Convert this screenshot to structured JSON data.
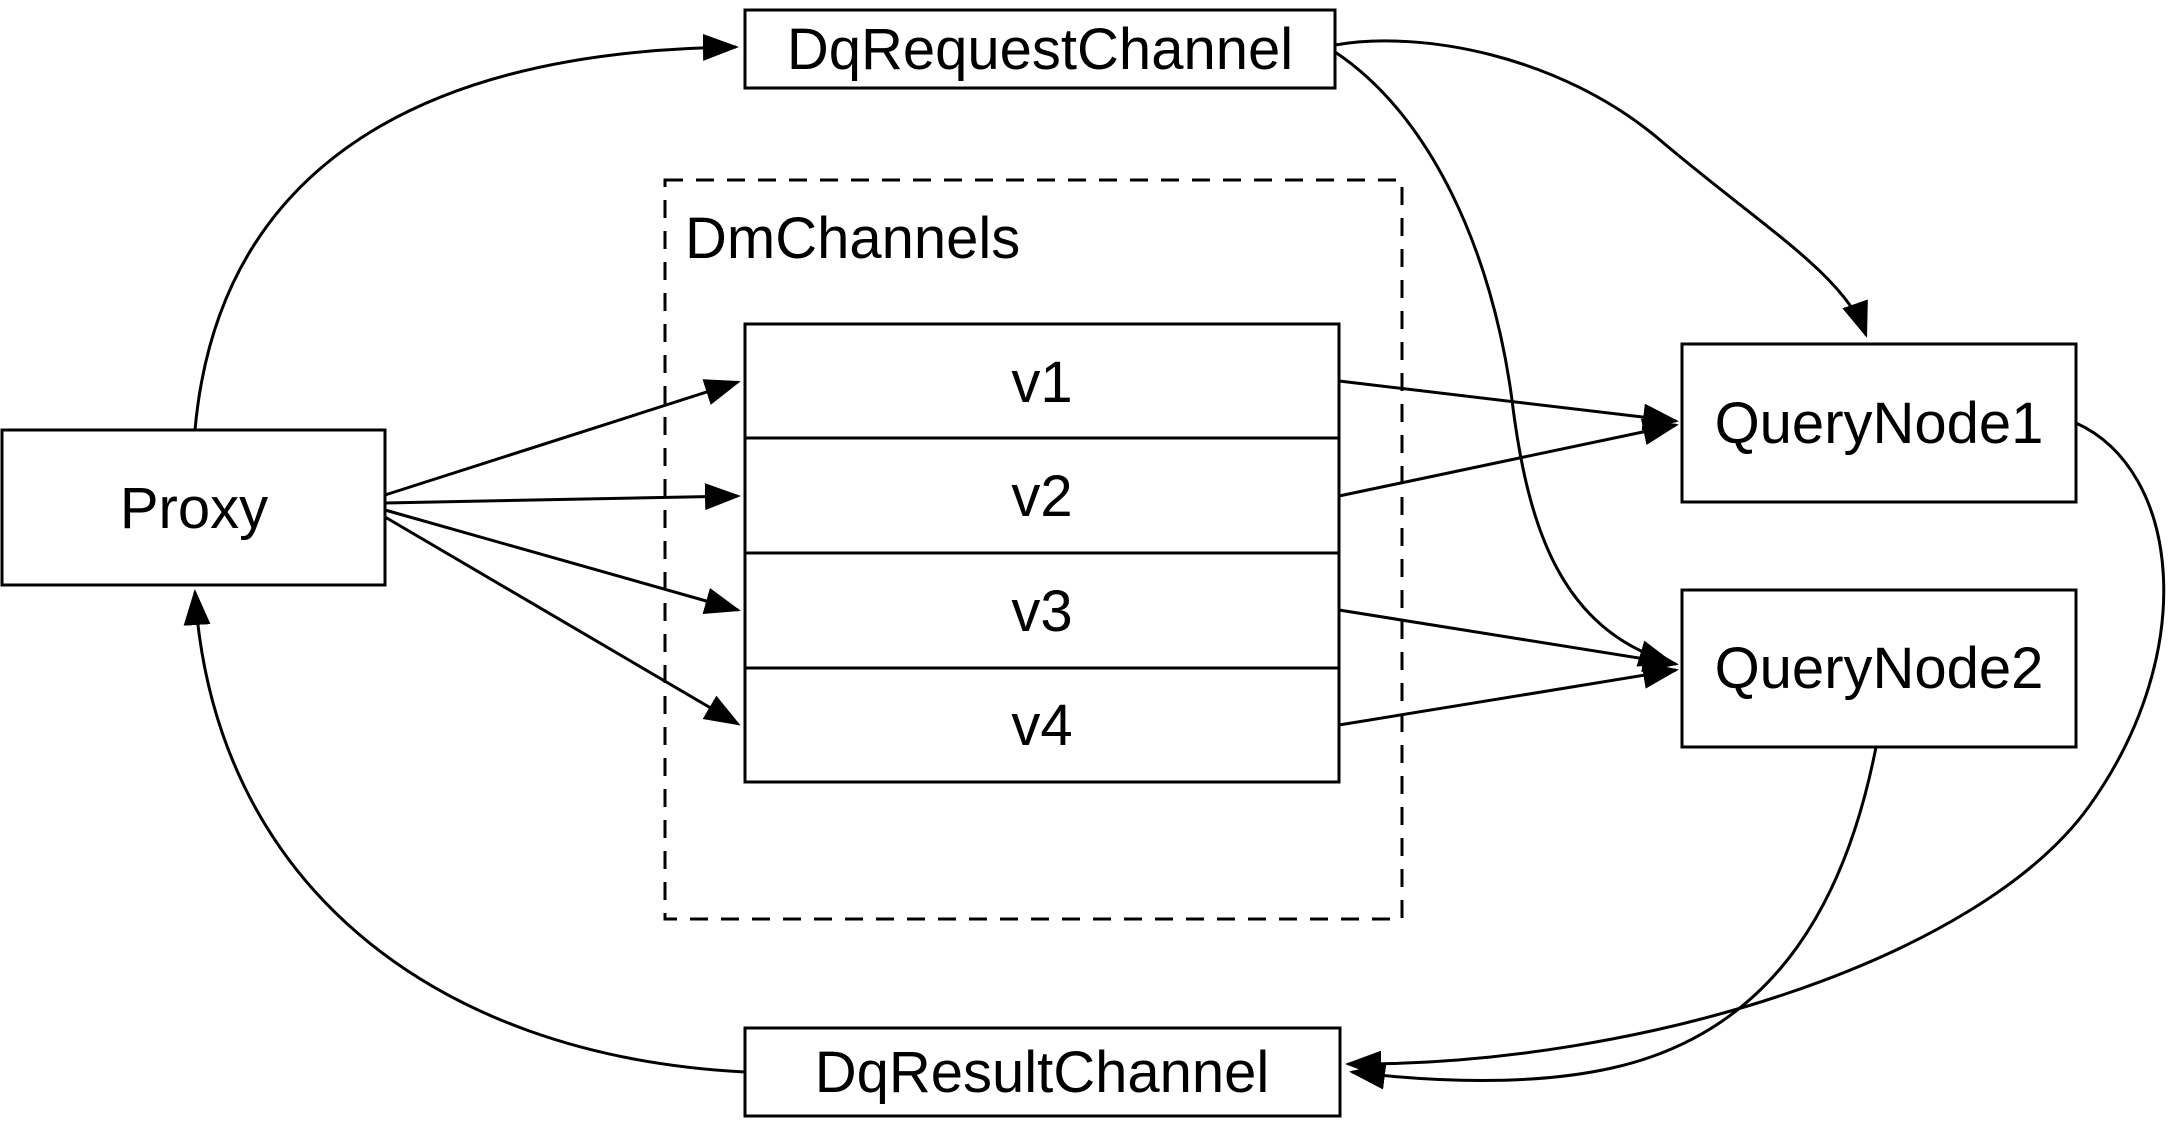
{
  "canvas": {
    "background_color": "#ffffff",
    "line_color": "#000000"
  },
  "nodes": {
    "proxy": {
      "label": "Proxy"
    },
    "dq_request_channel": {
      "label": "DqRequestChannel"
    },
    "dm_channels": {
      "label": "DmChannels"
    },
    "channels": [
      {
        "label": "v1"
      },
      {
        "label": "v2"
      },
      {
        "label": "v3"
      },
      {
        "label": "v4"
      }
    ],
    "query_node_1": {
      "label": "QueryNode1"
    },
    "query_node_2": {
      "label": "QueryNode2"
    },
    "dq_result_channel": {
      "label": "DqResultChannel"
    }
  },
  "edges": [
    {
      "from": "Proxy",
      "to": "DqRequestChannel"
    },
    {
      "from": "DqRequestChannel",
      "to": "QueryNode1"
    },
    {
      "from": "DqRequestChannel",
      "to": "QueryNode2"
    },
    {
      "from": "Proxy",
      "to": "v1"
    },
    {
      "from": "Proxy",
      "to": "v2"
    },
    {
      "from": "Proxy",
      "to": "v3"
    },
    {
      "from": "Proxy",
      "to": "v4"
    },
    {
      "from": "v1",
      "to": "QueryNode1"
    },
    {
      "from": "v2",
      "to": "QueryNode1"
    },
    {
      "from": "v3",
      "to": "QueryNode2"
    },
    {
      "from": "v4",
      "to": "QueryNode2"
    },
    {
      "from": "QueryNode1",
      "to": "DqResultChannel"
    },
    {
      "from": "QueryNode2",
      "to": "DqResultChannel"
    },
    {
      "from": "DqResultChannel",
      "to": "Proxy"
    }
  ]
}
